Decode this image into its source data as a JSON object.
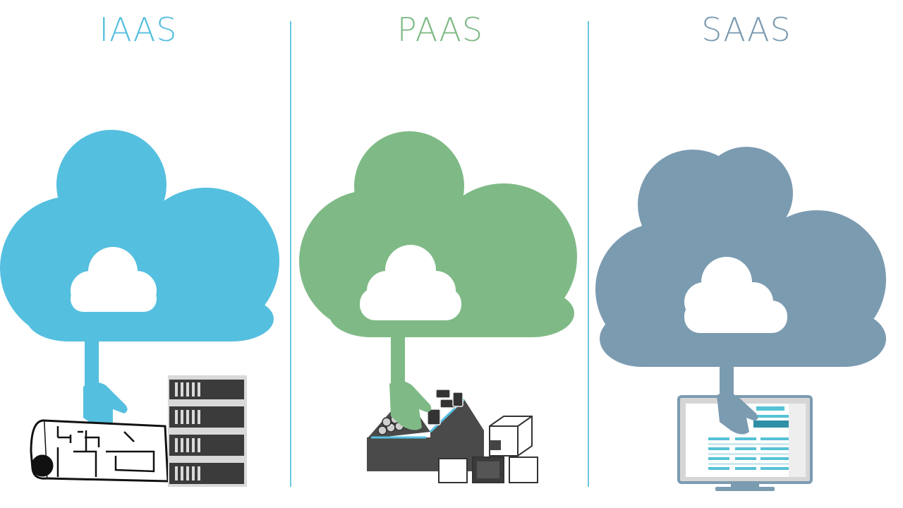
{
  "panels": [
    {
      "id": "iaas",
      "title": "IAAS",
      "color": "#55bfdf",
      "icon": "cloud-with-blueprint-and-server-rack"
    },
    {
      "id": "paas",
      "title": "PAAS",
      "color": "#7fba86",
      "icon": "cloud-with-toolbox-and-blocks"
    },
    {
      "id": "saas",
      "title": "SAAS",
      "color": "#7b9bb1",
      "icon": "cloud-with-computer-monitor"
    }
  ],
  "divider_color": "#69c9df"
}
